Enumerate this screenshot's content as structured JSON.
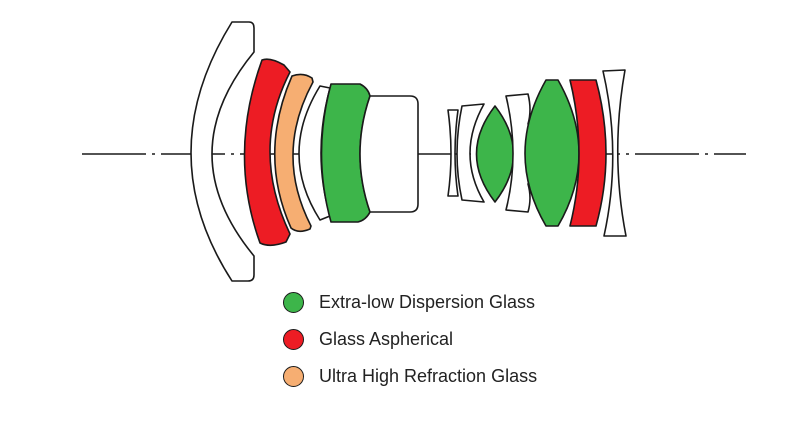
{
  "colors": {
    "background": "#ffffff",
    "outline": "#1a1a1a",
    "clear_glass": "#ffffff",
    "extra_low_dispersion": "#3db54a",
    "aspherical": "#ed1c24",
    "ultra_high_refraction": "#f6ae72"
  },
  "lens_elements": [
    {
      "type": "clear_glass",
      "shape": "outer-meniscus"
    },
    {
      "type": "aspherical",
      "shape": "meniscus"
    },
    {
      "type": "ultra_high_refraction",
      "shape": "meniscus"
    },
    {
      "type": "clear_glass",
      "shape": "meniscus"
    },
    {
      "type": "extra_low_dispersion",
      "shape": "meniscus"
    },
    {
      "type": "clear_glass",
      "shape": "plano-convex"
    },
    {
      "type": "clear_glass",
      "shape": "thin-element"
    },
    {
      "type": "clear_glass",
      "shape": "meniscus"
    },
    {
      "type": "extra_low_dispersion",
      "shape": "biconvex"
    },
    {
      "type": "clear_glass",
      "shape": "thin-element"
    },
    {
      "type": "extra_low_dispersion",
      "shape": "biconvex"
    },
    {
      "type": "aspherical",
      "shape": "meniscus"
    },
    {
      "type": "clear_glass",
      "shape": "biconcave"
    }
  ],
  "legend": [
    {
      "label": "Extra-low Dispersion Glass",
      "color": "#3db54a"
    },
    {
      "label": "Glass Aspherical",
      "color": "#ed1c24"
    },
    {
      "label": "Ultra High Refraction Glass",
      "color": "#f6ae72"
    }
  ]
}
